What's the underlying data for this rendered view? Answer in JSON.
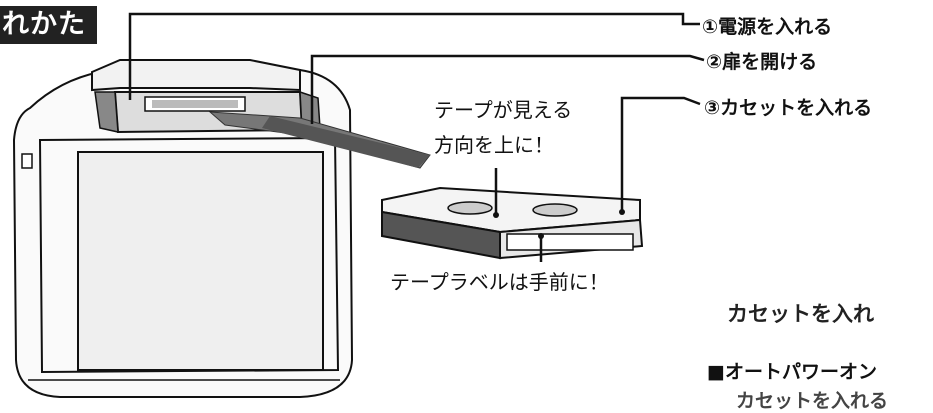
{
  "heading": "れかた",
  "callouts": {
    "power": "①電源を入れる",
    "door": "②扉を開ける",
    "cassette": "③カセットを入れる"
  },
  "notes": {
    "tape_visible_line1": "テープが見える",
    "tape_visible_line2": "方向を上に！",
    "label_front": "テープラベルは手前に！"
  },
  "section_title": "カセットを入れ",
  "bullet": {
    "title": "■オートパワーオン",
    "sub": "カセットを入れる"
  }
}
